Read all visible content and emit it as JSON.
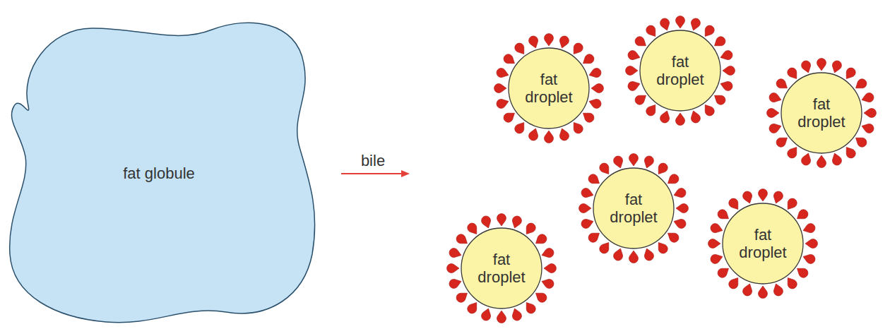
{
  "diagram": {
    "nodes": [
      {
        "text": [
          "fat globule"
        ]
      },
      {
        "text": [
          "fat droplet"
        ]
      },
      {
        "text": [
          "fat droplet"
        ]
      },
      {
        "text": [
          "fat droplet"
        ]
      },
      {
        "text": [
          "fat droplet"
        ]
      },
      {
        "text": [
          "fat droplet"
        ]
      },
      {
        "text": [
          "fat droplet"
        ]
      }
    ],
    "labels": [
      "bile"
    ]
  }
}
